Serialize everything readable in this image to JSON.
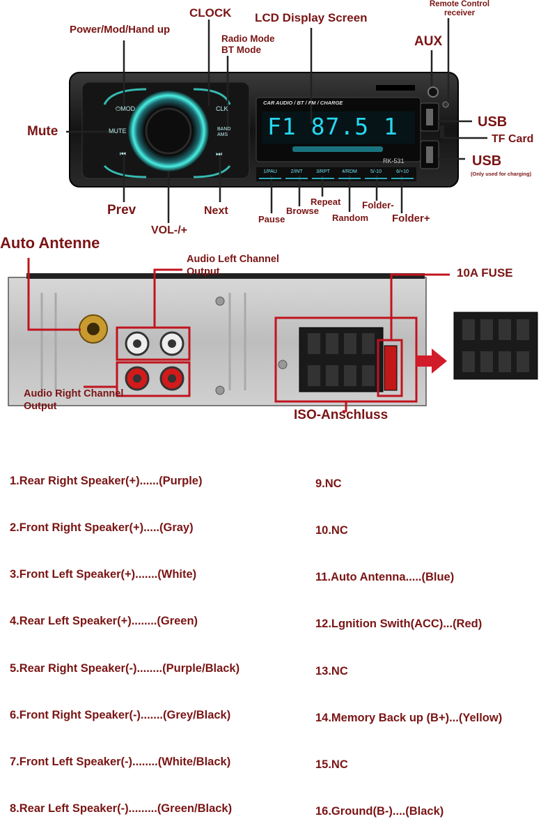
{
  "front_panel": {
    "labels": {
      "clock": "CLOCK",
      "lcd": "LCD Display Screen",
      "remote": "Remote Control receiver",
      "power": "Power/Mod/Hand up",
      "radio_mode": "Radio Mode BT Mode",
      "aux": "AUX",
      "mute": "Mute",
      "usb_top": "USB",
      "tf_card": "TF Card",
      "usb_bottom": "USB",
      "usb_note": "(Only used for charging)",
      "prev": "Prev",
      "next": "Next",
      "vol": "VOL-/+",
      "pause": "Pause",
      "browse": "Browse",
      "repeat": "Repeat",
      "random": "Random",
      "folder_minus": "Folder-",
      "folder_plus": "Folder+"
    },
    "device": {
      "brand_strip": "CAR AUDIO / BT / FM / CHARGE",
      "display_text": "F1  87.5  1",
      "model": "RK-531",
      "btn_mod": "⏻MOD",
      "btn_mute": "MUTE",
      "btn_prev": "⏮",
      "btn_clk": "CLK",
      "btn_band": "BAND AMS",
      "btn_next": "⏭",
      "presets": [
        "1/PAU",
        "2/INT",
        "3/RPT",
        "4/RDM",
        "5/-10",
        "6/+10"
      ]
    }
  },
  "back_panel": {
    "labels": {
      "auto_antenne": "Auto Antenne",
      "audio_left": "Audio Left Channel Output",
      "fuse": "10A FUSE",
      "audio_right": "Audio Right Channel Output",
      "iso": "ISO-Anschluss"
    }
  },
  "legend": {
    "left": [
      "1.Rear Right Speaker(+)......(Purple)",
      "2.Front Right Speaker(+).....(Gray)",
      "3.Front Left Speaker(+).......(White)",
      "4.Rear Left Speaker(+)........(Green)",
      "5.Rear Right Speaker(-)........(Purple/Black)",
      "6.Front Right Speaker(-).......(Grey/Black)",
      "7.Front Left Speaker(-)........(White/Black)",
      "8.Rear Left Speaker(-).........(Green/Black)"
    ],
    "right": [
      "9.NC",
      "10.NC",
      "11.Auto Antenna.....(Blue)",
      "12.Lgnition Swith(ACC)...(Red)",
      "13.NC",
      "14.Memory Back up (B+)...(Yellow)",
      "15.NC",
      "16.Ground(B-)....(Black)"
    ]
  },
  "colors": {
    "label_red": "#7a1414",
    "callout_line": "#222222",
    "box_red": "#c0141e",
    "lcd_cyan": "#27d8f0",
    "glow": "#3fe4d8"
  }
}
